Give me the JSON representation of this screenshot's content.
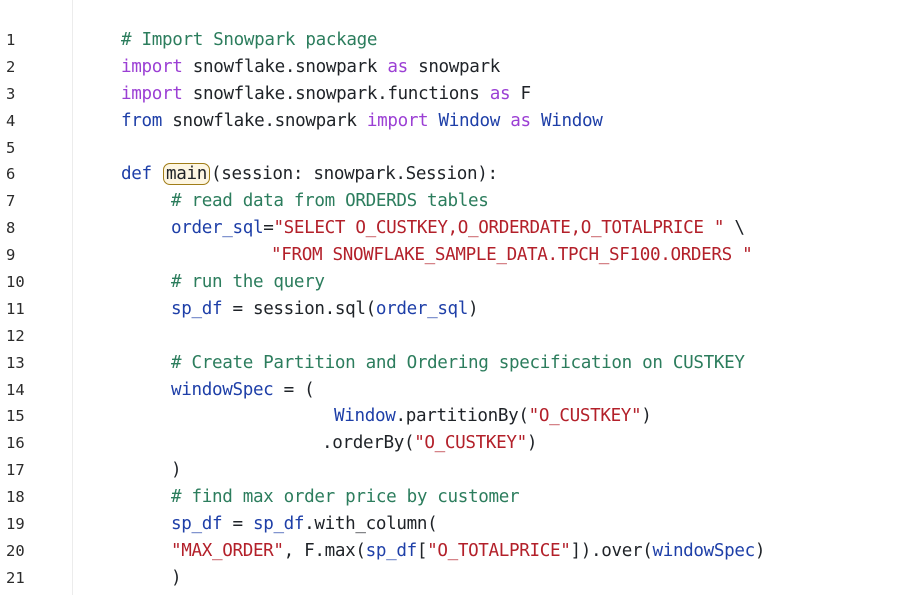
{
  "editor": {
    "lines": [
      {
        "num": "1",
        "tokens": [
          {
            "t": "# Import Snowpark package",
            "c": "tok-comment"
          }
        ]
      },
      {
        "num": "2",
        "tokens": [
          {
            "t": "import",
            "c": "tok-kw"
          },
          {
            "t": " snowflake.snowpark ",
            "c": ""
          },
          {
            "t": "as",
            "c": "tok-kw"
          },
          {
            "t": " snowpark",
            "c": ""
          }
        ]
      },
      {
        "num": "3",
        "tokens": [
          {
            "t": "import",
            "c": "tok-kw"
          },
          {
            "t": " snowflake.snowpark.functions ",
            "c": ""
          },
          {
            "t": "as",
            "c": "tok-kw"
          },
          {
            "t": " F",
            "c": ""
          }
        ]
      },
      {
        "num": "4",
        "tokens": [
          {
            "t": "from",
            "c": "tok-blue"
          },
          {
            "t": " snowflake.snowpark ",
            "c": ""
          },
          {
            "t": "import",
            "c": "tok-kw"
          },
          {
            "t": " Window ",
            "c": "tok-blue"
          },
          {
            "t": "as",
            "c": "tok-kw"
          },
          {
            "t": " Window",
            "c": "tok-blue"
          }
        ]
      },
      {
        "num": "5",
        "tokens": []
      },
      {
        "num": "6",
        "tokens": [
          {
            "t": "def",
            "c": "tok-blue"
          },
          {
            "t": " ",
            "c": ""
          },
          {
            "t": "main",
            "c": "tok-fn-highlight"
          },
          {
            "t": "(session: snowpark.Session):",
            "c": ""
          }
        ]
      },
      {
        "num": "7",
        "indent": "ind1",
        "tokens": [
          {
            "t": "# read data from ORDERDS tables",
            "c": "tok-comment"
          }
        ]
      },
      {
        "num": "8",
        "indent": "ind1",
        "tokens": [
          {
            "t": "order_sql",
            "c": "tok-blue"
          },
          {
            "t": "=",
            "c": ""
          },
          {
            "t": "\"SELECT O_CUSTKEY,O_ORDERDATE,O_TOTALPRICE \"",
            "c": "tok-str"
          },
          {
            "t": " \\",
            "c": ""
          }
        ]
      },
      {
        "num": "9",
        "indent": "ind-cont",
        "tokens": [
          {
            "t": "\"FROM SNOWFLAKE_SAMPLE_DATA.TPCH_SF100.ORDERS \"",
            "c": "tok-str"
          }
        ]
      },
      {
        "num": "10",
        "indent": "ind1",
        "tokens": [
          {
            "t": "# run the query",
            "c": "tok-comment"
          }
        ]
      },
      {
        "num": "11",
        "indent": "ind1",
        "tokens": [
          {
            "t": "sp_df",
            "c": "tok-blue"
          },
          {
            "t": " = session.sql(",
            "c": ""
          },
          {
            "t": "order_sql",
            "c": "tok-blue"
          },
          {
            "t": ")",
            "c": ""
          }
        ]
      },
      {
        "num": "12",
        "tokens": []
      },
      {
        "num": "13",
        "indent": "ind1",
        "tokens": [
          {
            "t": "# Create Partition and Ordering specification on CUSTKEY",
            "c": "tok-comment"
          }
        ]
      },
      {
        "num": "14",
        "indent": "ind1",
        "tokens": [
          {
            "t": "windowSpec",
            "c": "tok-blue"
          },
          {
            "t": " = (",
            "c": ""
          }
        ]
      },
      {
        "num": "15",
        "indent": "ind-win",
        "tokens": [
          {
            "t": "Window",
            "c": "tok-blue"
          },
          {
            "t": ".partitionBy(",
            "c": ""
          },
          {
            "t": "\"O_CUSTKEY\"",
            "c": "tok-str"
          },
          {
            "t": ")",
            "c": ""
          }
        ]
      },
      {
        "num": "16",
        "indent": "ind-ord",
        "tokens": [
          {
            "t": ".orderBy(",
            "c": ""
          },
          {
            "t": "\"O_CUSTKEY\"",
            "c": "tok-str"
          },
          {
            "t": ")",
            "c": ""
          }
        ]
      },
      {
        "num": "17",
        "indent": "ind1",
        "tokens": [
          {
            "t": ")",
            "c": ""
          }
        ]
      },
      {
        "num": "18",
        "indent": "ind1",
        "tokens": [
          {
            "t": "# find max order price by customer",
            "c": "tok-comment"
          }
        ]
      },
      {
        "num": "19",
        "indent": "ind1",
        "tokens": [
          {
            "t": "sp_df",
            "c": "tok-blue"
          },
          {
            "t": " = ",
            "c": ""
          },
          {
            "t": "sp_df",
            "c": "tok-blue"
          },
          {
            "t": ".with_column(",
            "c": ""
          }
        ]
      },
      {
        "num": "20",
        "indent": "ind1",
        "tokens": [
          {
            "t": "\"MAX_ORDER\"",
            "c": "tok-str"
          },
          {
            "t": ", F.max(",
            "c": ""
          },
          {
            "t": "sp_df",
            "c": "tok-blue"
          },
          {
            "t": "[",
            "c": ""
          },
          {
            "t": "\"O_TOTALPRICE\"",
            "c": "tok-str"
          },
          {
            "t": "]).over(",
            "c": ""
          },
          {
            "t": "windowSpec",
            "c": "tok-blue"
          },
          {
            "t": ")",
            "c": ""
          }
        ]
      },
      {
        "num": "21",
        "indent": "ind1",
        "tokens": [
          {
            "t": ")",
            "c": ""
          }
        ]
      }
    ]
  }
}
